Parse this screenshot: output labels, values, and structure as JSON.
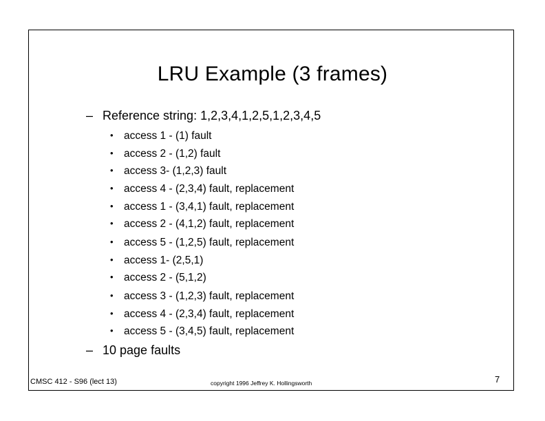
{
  "slide": {
    "title": "LRU Example  (3 frames)",
    "bullets": {
      "reference": {
        "dash": "–",
        "text": "Reference string: 1,2,3,4,1,2,5,1,2,3,4,5"
      },
      "sub_bullet": "•",
      "accesses": [
        "access 1 - (1)  fault",
        "access 2 - (1,2) fault",
        "access 3-  (1,2,3) fault",
        "access 4 - (2,3,4) fault, replacement",
        "access 1 - (3,4,1) fault, replacement",
        "access 2 - (4,1,2) fault, replacement",
        "access 5 - (1,2,5) fault, replacement",
        "access 1- (2,5,1)",
        "access 2 - (5,1,2)",
        "access 3 - (1,2,3)  fault, replacement",
        "access 4 - (2,3,4)  fault, replacement",
        "access 5 - (3,4,5) fault, replacement"
      ],
      "summary": {
        "dash": "–",
        "text": "10 page faults"
      }
    }
  },
  "footer": {
    "course": "CMSC 412 - S96  (lect 13)",
    "copyright": "copyright 1996  Jeffrey K. Hollingsworth",
    "page_number": "7"
  }
}
